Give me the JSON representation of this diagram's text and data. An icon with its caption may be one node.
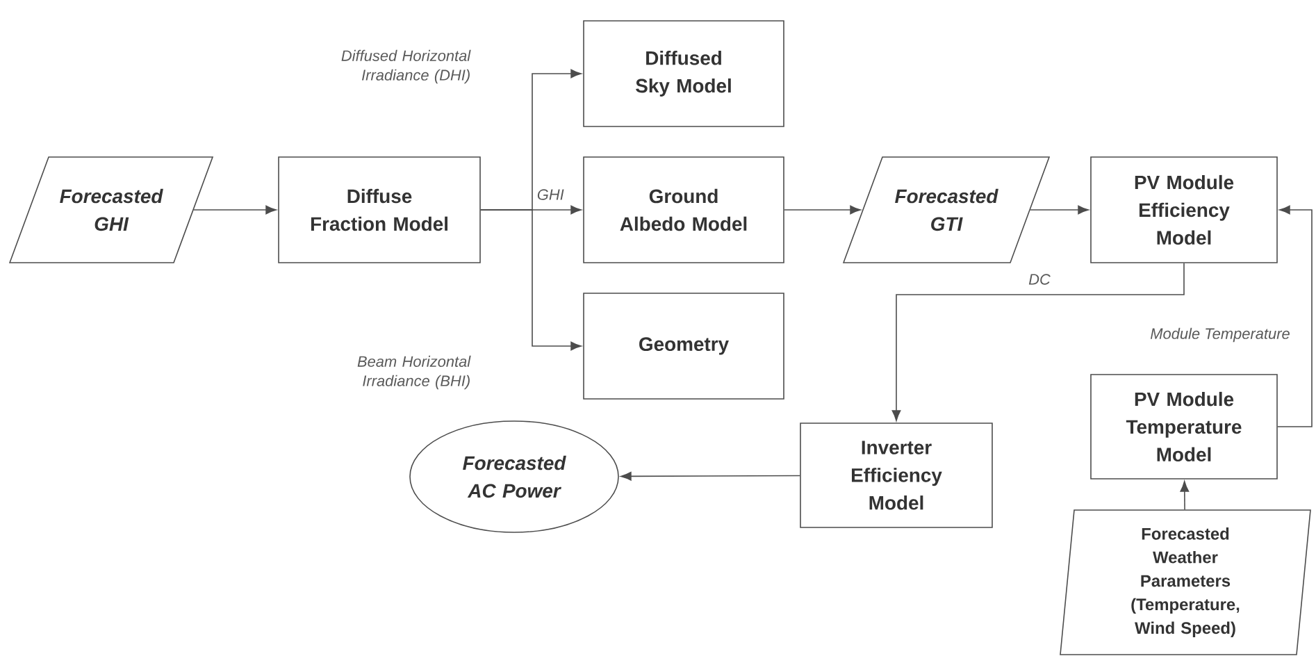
{
  "diagram": {
    "nodes": [
      {
        "text": [
          "Forecasted GHI"
        ]
      },
      {
        "text": [
          "Diffuse Fraction Model"
        ]
      },
      {
        "text": [
          "Diffused Sky Model"
        ]
      },
      {
        "text": [
          "Ground Albedo Model"
        ]
      },
      {
        "text": [
          "Geometry"
        ]
      },
      {
        "text": [
          "Forecasted GTI"
        ]
      },
      {
        "text": [
          "PV Module Efficiency Model"
        ]
      },
      {
        "text": [
          "Inverter Efficiency Model"
        ]
      },
      {
        "text": [
          "Forecasted AC Power"
        ]
      },
      {
        "text": [
          "PV Module Temperature Model"
        ]
      },
      {
        "text": [
          "Forecasted Weather Parameters (Temperature, Wind Speed)"
        ]
      }
    ],
    "edges": [
      {
        "from": 0,
        "to": 1,
        "arrow": "to"
      },
      {
        "from": 1,
        "to": 2,
        "arrow": "to",
        "label": "Diffused Horizontal Irradiance (DHI)"
      },
      {
        "from": 1,
        "to": 3,
        "arrow": "to",
        "label": "GHI"
      },
      {
        "from": 1,
        "to": 4,
        "arrow": "to",
        "label": "Beam Horizontal Irradiance (BHI)"
      },
      {
        "from": 3,
        "to": 5,
        "arrow": "to"
      },
      {
        "from": 5,
        "to": 6,
        "arrow": "to"
      },
      {
        "from": 6,
        "to": 7,
        "arrow": "to",
        "label": "DC"
      },
      {
        "from": 7,
        "to": 8,
        "arrow": "to"
      },
      {
        "from": 9,
        "to": 6,
        "arrow": "to",
        "label": "Module Temperature"
      },
      {
        "from": 10,
        "to": 9,
        "arrow": "to"
      }
    ]
  }
}
